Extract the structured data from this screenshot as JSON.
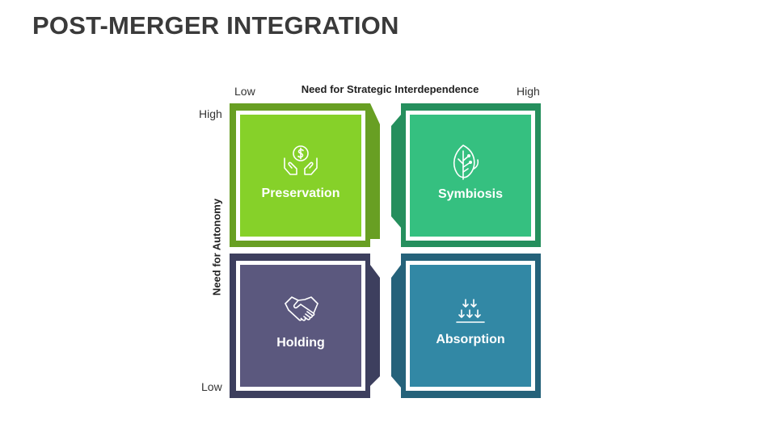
{
  "title": "POST-MERGER INTEGRATION",
  "axes": {
    "x_title": "Need for Strategic Interdependence",
    "x_low": "Low",
    "x_high": "High",
    "y_title": "Need for Autonomy",
    "y_high": "High",
    "y_low": "Low"
  },
  "quadrants": [
    {
      "label": "Preservation",
      "icon": "money-hands-icon",
      "outer": "#689f23",
      "inner": "#86d129"
    },
    {
      "label": "Symbiosis",
      "icon": "leaf-icon",
      "outer": "#258f5d",
      "inner": "#35c080"
    },
    {
      "label": "Holding",
      "icon": "handshake-icon",
      "outer": "#3d3f5e",
      "inner": "#5b587e"
    },
    {
      "label": "Absorption",
      "icon": "arrows-down-icon",
      "outer": "#25627a",
      "inner": "#3288a5"
    }
  ]
}
